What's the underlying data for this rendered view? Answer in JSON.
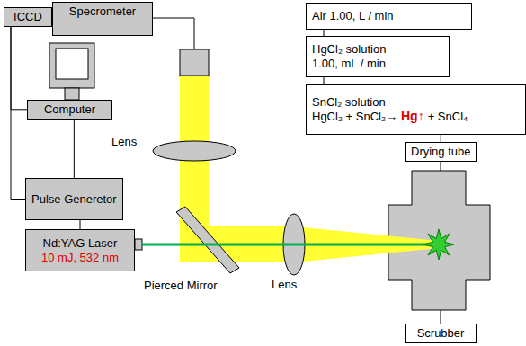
{
  "diagram": {
    "nodes": [
      {
        "text": [
          "ICCD"
        ]
      },
      {
        "text": [
          "Specrometer"
        ]
      },
      {
        "text": [
          "Computer"
        ]
      },
      {
        "text": [
          "Pulse Generetor"
        ]
      },
      {
        "text": [
          "Nd:YAG Laser",
          "10 mJ, 532 nm"
        ]
      },
      {
        "text": [
          "Air 1.00, L / min"
        ]
      },
      {
        "text": [
          "HgCl₂ solution 1.00, mL / min"
        ]
      },
      {
        "text": [
          "SnCl₂ solution",
          "HgCl₂ + SnCl₂→",
          "Hg↑",
          "+ SnCl₄"
        ]
      },
      {
        "text": [
          "Drying tube"
        ]
      },
      {
        "text": [
          "Scrubber"
        ]
      }
    ],
    "edges": [
      {
        "from": 0,
        "to": 2,
        "arrow": "none"
      },
      {
        "from": 0,
        "to": 3,
        "arrow": "none"
      },
      {
        "from": 2,
        "to": 3,
        "arrow": "none"
      },
      {
        "from": 3,
        "to": 4,
        "arrow": "none"
      },
      {
        "from": 5,
        "to": 6,
        "arrow": "none"
      },
      {
        "from": 6,
        "to": 7,
        "arrow": "none"
      },
      {
        "from": 7,
        "to": 8,
        "arrow": "none"
      }
    ],
    "labels": [
      "Lens",
      "Lens",
      "Pierced Mirror"
    ]
  }
}
